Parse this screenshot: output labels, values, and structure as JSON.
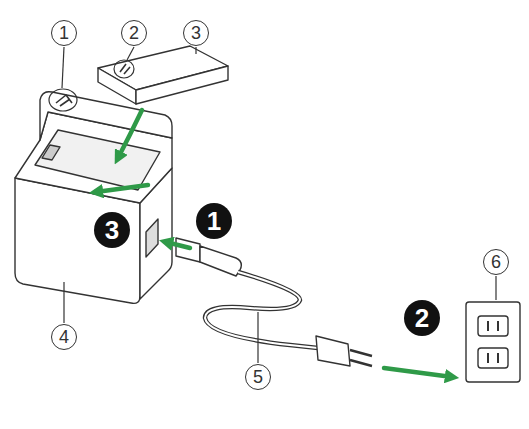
{
  "diagram": {
    "labels": [
      "1",
      "2",
      "3",
      "4",
      "5",
      "6",
      "1",
      "2",
      "3"
    ]
  }
}
